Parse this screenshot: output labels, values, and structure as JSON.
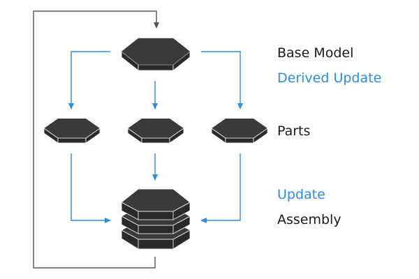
{
  "labels": {
    "base_model": "Base Model",
    "derived_update": "Derived Update",
    "parts": "Parts",
    "update": "Update",
    "assembly": "Assembly"
  },
  "colors": {
    "arrow_blue": "#2b8ce0",
    "loop_line": "#555555",
    "hex_top": "#3a3a3a",
    "hex_side": "#2a2a2a",
    "hex_edge": "#ffffff",
    "text_dark": "#1a1a1a",
    "text_blue": "#2b8ce0"
  }
}
